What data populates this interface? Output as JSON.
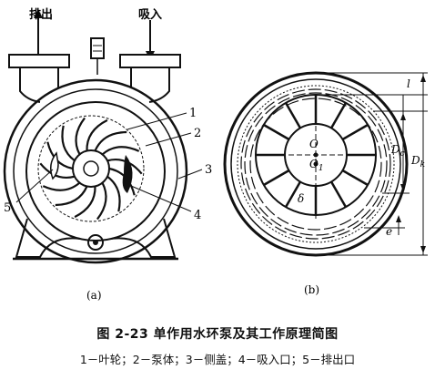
{
  "labels": {
    "discharge": "排出",
    "suction": "吸入",
    "panel_a": "(a)",
    "panel_b": "(b)",
    "n1": "1",
    "n2": "2",
    "n3": "3",
    "n4": "4",
    "n5": "5",
    "O": "O",
    "O_sub": "",
    "O1": "O",
    "O1_sub": "1",
    "l": "l",
    "Dc": "D",
    "Dc_sub": "c",
    "Dk": "D",
    "Dk_sub": "k",
    "delta": "δ",
    "e": "e"
  },
  "caption": {
    "title": "图 2-23    单作用水环泵及其工作原理简图",
    "legend": "1－叶轮；2－泵体；3－侧盖；4－吸入口；5－排出口"
  }
}
